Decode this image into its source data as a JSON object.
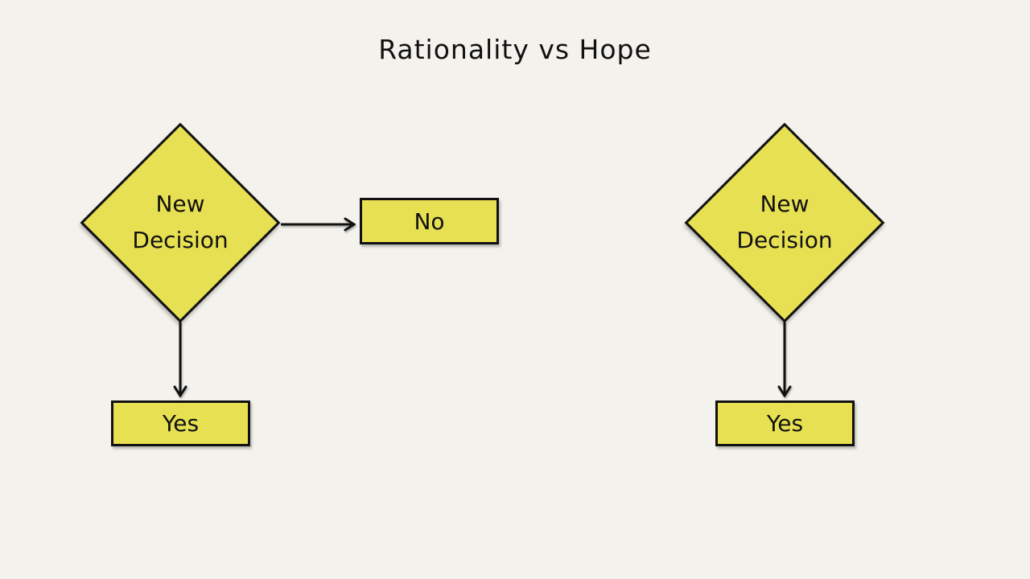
{
  "title": "Rationality vs Hope",
  "colors": {
    "background": "#f4f2ec",
    "shape_fill": "#e7e052",
    "shape_border": "#111111",
    "text_color": "#111111"
  },
  "left_flowchart": {
    "decision_label": "New Decision",
    "no_label": "No",
    "yes_label": "Yes"
  },
  "right_flowchart": {
    "decision_label": "New Decision",
    "yes_label": "Yes"
  }
}
